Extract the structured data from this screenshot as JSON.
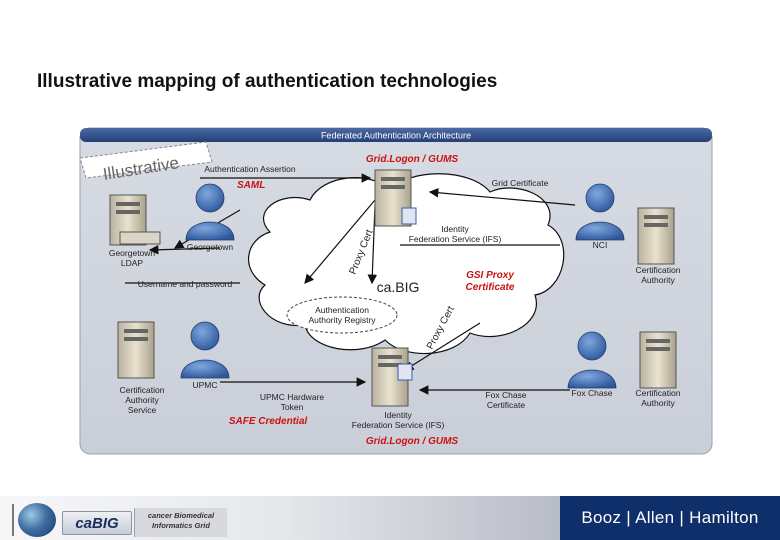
{
  "slide": {
    "title": "Illustrative mapping of authentication technologies"
  },
  "diagram": {
    "header": "Federated Authentication Architecture",
    "stamp": "Illustrative",
    "cloud_label": "ca.BIG",
    "nodes": {
      "georgetown_ldap": "Georgetown LDAP",
      "georgetown_user": "Georgetown",
      "ifs_top": "Identity Federation Service (IFS)",
      "ifs_bottom": "Identity Federation Service (IFS)",
      "nci": "NCI",
      "ca_right_top": "Certification Authority",
      "ca_right_bottom": "Certification Authority",
      "ca_left": "Certification Authority Service",
      "upmc": "UPMC",
      "fox_chase": "Fox Chase",
      "registry": "Authentication Authority Registry"
    },
    "edges": {
      "auth_assertion": "Authentication Assertion",
      "saml": "SAML",
      "grid_cert": "Grid Certificate",
      "proxy_cert_1": "Proxy Cert",
      "proxy_cert_2": "Proxy Cert",
      "username_password": "Username and password",
      "gsi_proxy_1": "GSI Proxy",
      "gsi_proxy_2": "Certificate",
      "upmc_token": "UPMC Hardware Token",
      "safe": "SAFE Credential",
      "fox_cert": "Fox Chase Certificate"
    },
    "red_labels": {
      "gridlogon_top": "Grid.Logon / GUMS",
      "gridlogon_bottom": "Grid.Logon / GUMS"
    }
  },
  "footer": {
    "cabig_logo": "caBIG",
    "cabig_sub_1": "cancer Biomedical",
    "cabig_sub_2": "Informatics Grid",
    "company": "Booz | Allen | Hamilton"
  },
  "colors": {
    "header_bar": "#2f4d86",
    "person": "#3a64a8",
    "red_text": "#cc1111",
    "footer_brand": "#0f2f6b"
  }
}
